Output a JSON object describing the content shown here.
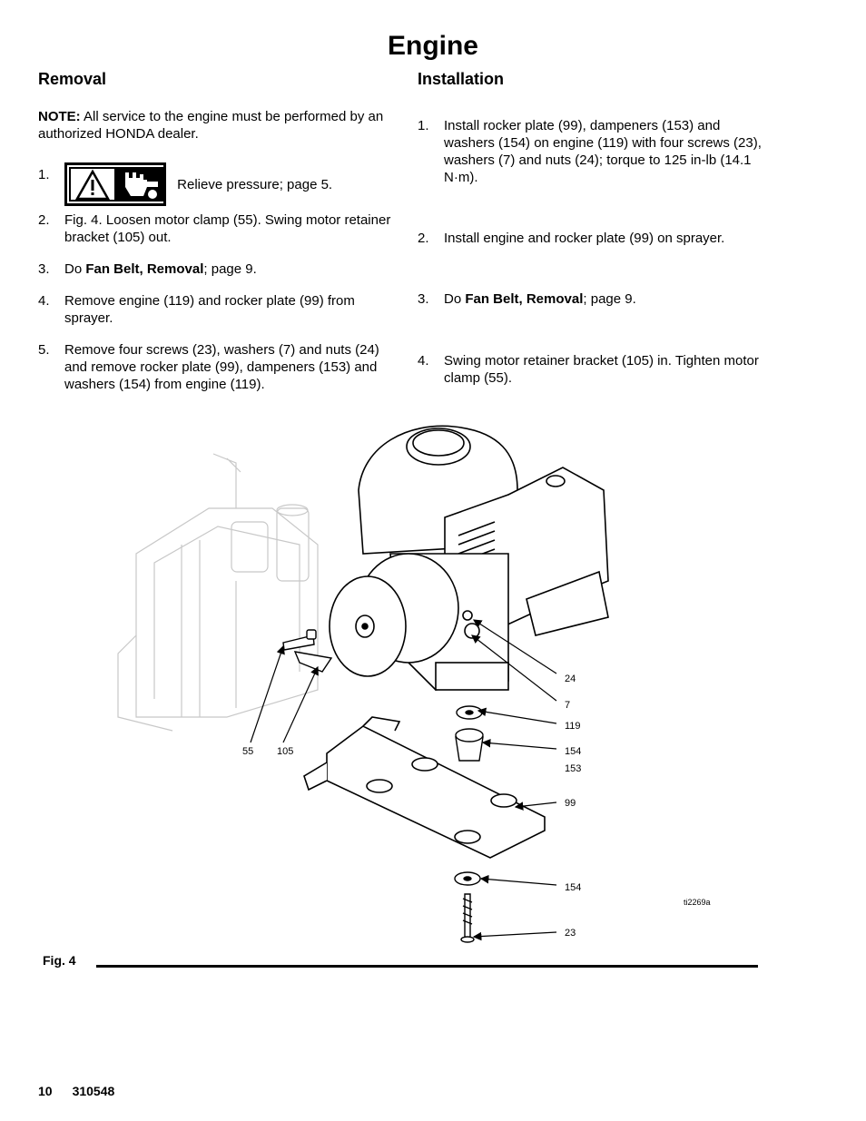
{
  "page_title": "Engine",
  "removal": {
    "heading": "Removal",
    "note_label": "NOTE:",
    "note_text": "All service to the engine must be performed by an authorized HONDA dealer.",
    "steps": [
      {
        "num": "1.",
        "text": "Relieve pressure; page 5."
      },
      {
        "num": "2.",
        "text": "Fig. 4. Loosen motor clamp (55). Swing motor retainer bracket (105) out."
      },
      {
        "num": "3.",
        "pre": "Do ",
        "bold": "Fan Belt, Removal",
        "post": "; page 9."
      },
      {
        "num": "4.",
        "text": "Remove engine (119) and rocker plate (99) from sprayer."
      },
      {
        "num": "5.",
        "text": "Remove four screws (23), washers (7) and nuts (24) and remove rocker plate (99), dampeners (153) and washers (154) from engine (119)."
      }
    ]
  },
  "installation": {
    "heading": "Installation",
    "steps": [
      {
        "num": "1.",
        "text": "Install rocker plate (99), dampeners (153) and washers (154)  on engine (119) with four screws (23), washers (7) and nuts (24); torque to 125 in-lb (14.1 N·m)."
      },
      {
        "num": "2.",
        "text": "Install engine and rocker plate (99) on sprayer."
      },
      {
        "num": "3.",
        "pre": "Do ",
        "bold": "Fan Belt, Removal",
        "post": "; page 9."
      },
      {
        "num": "4.",
        "text": "Swing motor retainer bracket  (105) in. Tighten motor clamp (55)."
      }
    ]
  },
  "figure": {
    "label": "Fig. 4",
    "id_code": "ti2269a",
    "callouts": {
      "c24": "24",
      "c7": "7",
      "c119": "119",
      "c154a": "154",
      "c153": "153",
      "c99": "99",
      "c154b": "154",
      "c23": "23",
      "c55": "55",
      "c105": "105"
    }
  },
  "footer": {
    "page": "10",
    "doc": "310548"
  }
}
